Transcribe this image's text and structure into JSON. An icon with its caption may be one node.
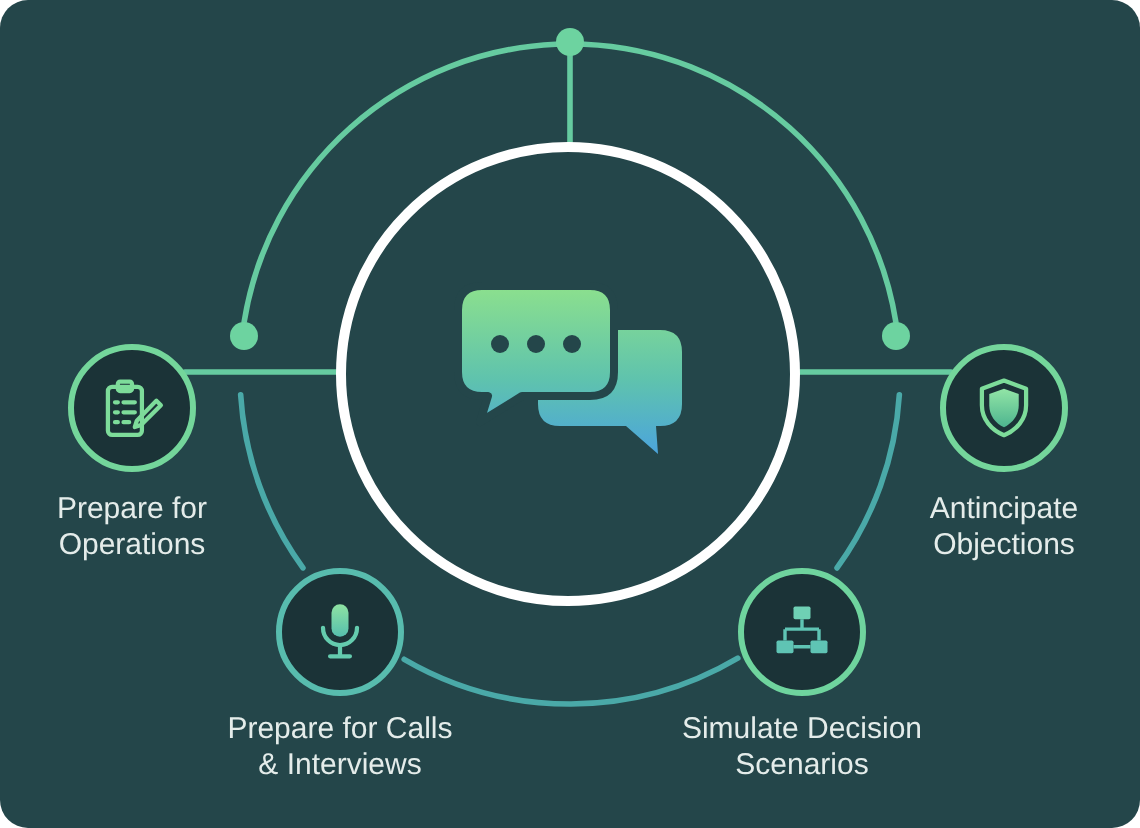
{
  "diagram": {
    "nodes": [
      {
        "text": [],
        "shape": "circle"
      },
      {
        "text": [],
        "shape": "circle"
      },
      {
        "text": [],
        "shape": "circle"
      },
      {
        "text": [],
        "shape": "circle"
      },
      {
        "text": [],
        "shape": "circle",
        "beside": [
          "Prepare for Operations"
        ]
      },
      {
        "text": [],
        "shape": "circle",
        "beside": [
          "Antincipate Objections"
        ]
      },
      {
        "text": [],
        "shape": "circle",
        "beside": [
          "Prepare for Calls & Interviews"
        ]
      },
      {
        "text": [],
        "shape": "circle",
        "beside": [
          "Simulate Decision Scenarios"
        ]
      }
    ],
    "edges": [
      {
        "from": 0,
        "to": 3,
        "arrow": "none"
      },
      {
        "from": 0,
        "to": 1,
        "arrow": "none"
      },
      {
        "from": 0,
        "to": 2,
        "arrow": "none"
      },
      {
        "from": 4,
        "to": 3,
        "arrow": "none"
      },
      {
        "from": 5,
        "to": 3,
        "arrow": "none"
      },
      {
        "from": null,
        "to": 6,
        "arrow": "none",
        "color": "#4aa9a8"
      },
      {
        "from": 6,
        "to": 7,
        "arrow": "none",
        "color": "#4aa9a8"
      },
      {
        "from": null,
        "to": 7,
        "arrow": "none",
        "color": "#4aa9a8"
      }
    ]
  }
}
